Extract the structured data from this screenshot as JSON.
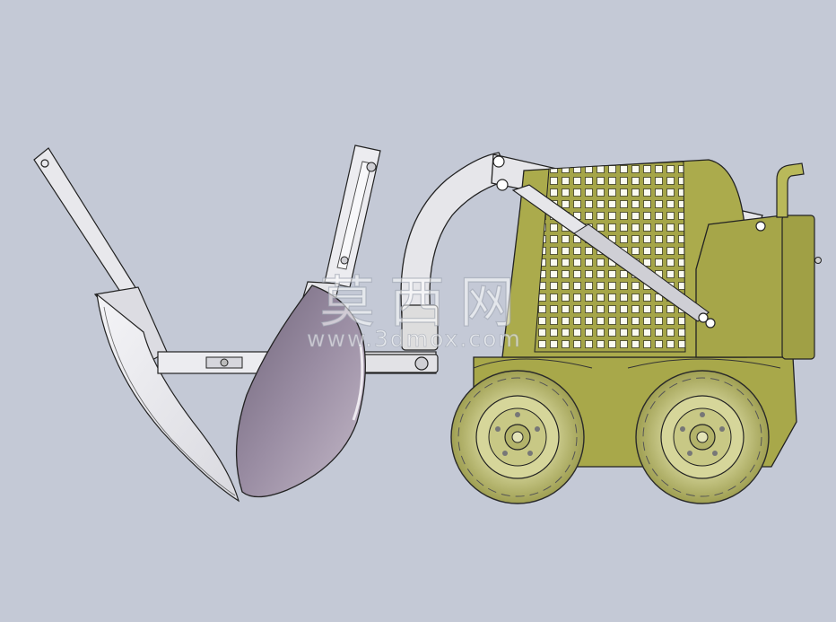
{
  "scene": {
    "background": "#c4c9d6",
    "subject": "skid-steer-loader-with-tree-spade-attachment"
  },
  "colors": {
    "body_olive": "#a7a74a",
    "body_olive_dark": "#8c8c3a",
    "tire": "#b7b765",
    "rim": "#d8d89a",
    "blade_steel": "#e9e9ee",
    "spade_purple": "#8d7f96",
    "arm_light": "#e4e4e8",
    "outline": "#2a2a2a"
  },
  "watermark": {
    "logo_text": "莫西网",
    "url_text": "www.3dmox.com"
  }
}
